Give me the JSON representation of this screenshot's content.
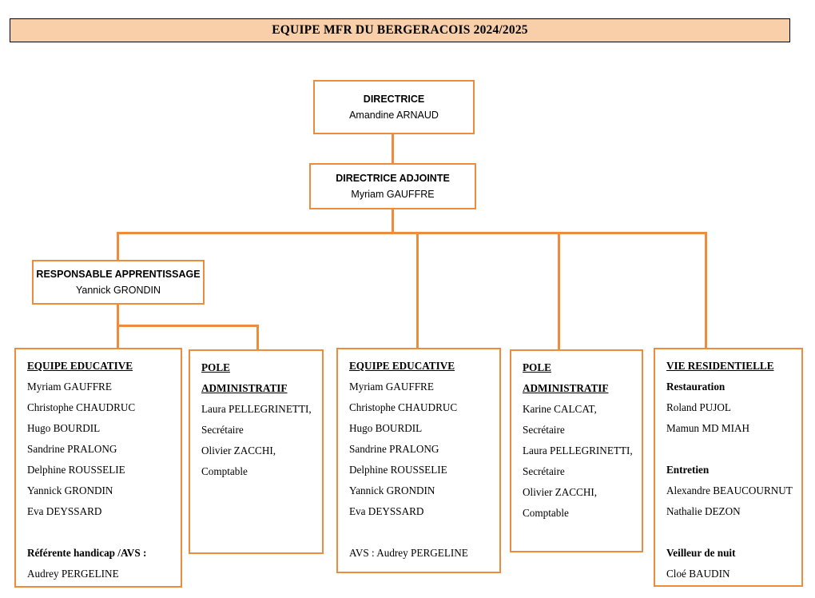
{
  "title": {
    "text": "EQUIPE MFR DU BERGERACOIS 2024/2025",
    "bg_color": "#F9CFAA",
    "border_color": "#000000"
  },
  "theme": {
    "box_border_color": "#ED8C3C",
    "connector_color": "#ED8C3C",
    "box_fill": "#FFFFFF",
    "text_color": "#000000"
  },
  "nodes": {
    "directrice": {
      "title": "DIRECTRICE",
      "name": "Amandine ARNAUD"
    },
    "directrice_adjointe": {
      "title": "DIRECTRICE ADJOINTE",
      "name": "Myriam GAUFFRE"
    },
    "responsable_apprentissage": {
      "title": "RESPONSABLE APPRENTISSAGE",
      "name": "Yannick GRONDIN"
    }
  },
  "columns": [
    {
      "key": "equipe_educative_1",
      "heading": "EQUIPE EDUCATIVE",
      "rows": [
        {
          "text": "Myriam GAUFFRE",
          "style": "normal"
        },
        {
          "text": "Christophe CHAUDRUC",
          "style": "normal"
        },
        {
          "text": "Hugo BOURDIL",
          "style": "normal"
        },
        {
          "text": "Sandrine PRALONG",
          "style": "normal"
        },
        {
          "text": "Delphine ROUSSELIE",
          "style": "normal"
        },
        {
          "text": "Yannick GRONDIN",
          "style": "normal"
        },
        {
          "text": "Eva DEYSSARD",
          "style": "normal"
        },
        {
          "text": "",
          "style": "spacer"
        },
        {
          "text": "Référente handicap /AVS :",
          "style": "heading-sub"
        },
        {
          "text": "Audrey PERGELINE",
          "style": "normal"
        }
      ]
    },
    {
      "key": "pole_administratif_1",
      "heading": "POLE ADMINISTRATIF",
      "rows": [
        {
          "text": "Laura PELLEGRINETTI, Secrétaire",
          "style": "normal"
        },
        {
          "text": "Olivier ZACCHI, Comptable",
          "style": "normal"
        }
      ]
    },
    {
      "key": "equipe_educative_2",
      "heading": "EQUIPE EDUCATIVE",
      "rows": [
        {
          "text": "Myriam GAUFFRE",
          "style": "normal"
        },
        {
          "text": "Christophe CHAUDRUC",
          "style": "normal"
        },
        {
          "text": "Hugo BOURDIL",
          "style": "normal"
        },
        {
          "text": "Sandrine PRALONG",
          "style": "normal"
        },
        {
          "text": "Delphine ROUSSELIE",
          "style": "normal"
        },
        {
          "text": "Yannick GRONDIN",
          "style": "normal"
        },
        {
          "text": "Eva DEYSSARD",
          "style": "normal"
        },
        {
          "text": "",
          "style": "spacer"
        },
        {
          "text": "AVS : Audrey PERGELINE",
          "style": "normal"
        }
      ]
    },
    {
      "key": "pole_administratif_2",
      "heading": "POLE ADMINISTRATIF",
      "rows": [
        {
          "text": "Karine CALCAT, Secrétaire",
          "style": "normal"
        },
        {
          "text": "Laura PELLEGRINETTI, Secrétaire",
          "style": "normal"
        },
        {
          "text": "Olivier ZACCHI, Comptable",
          "style": "normal"
        }
      ]
    },
    {
      "key": "vie_residentielle",
      "heading": "VIE RESIDENTIELLE",
      "rows": [
        {
          "text": "Restauration",
          "style": "heading-sub"
        },
        {
          "text": "Roland PUJOL",
          "style": "normal"
        },
        {
          "text": "Mamun MD MIAH",
          "style": "normal"
        },
        {
          "text": "",
          "style": "spacer"
        },
        {
          "text": "Entretien",
          "style": "heading-sub"
        },
        {
          "text": "Alexandre BEAUCOURNUT",
          "style": "normal"
        },
        {
          "text": "Nathalie DEZON",
          "style": "normal"
        },
        {
          "text": "",
          "style": "spacer"
        },
        {
          "text": "Veilleur de nuit",
          "style": "heading-sub"
        },
        {
          "text": "Cloé BAUDIN",
          "style": "normal"
        }
      ]
    }
  ]
}
